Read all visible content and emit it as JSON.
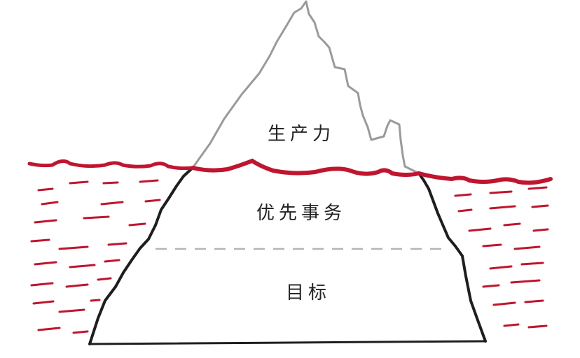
{
  "diagram": {
    "layers": [
      {
        "id": "top",
        "label": "生产力"
      },
      {
        "id": "middle",
        "label": "优先事务"
      },
      {
        "id": "bottom",
        "label": "目标"
      }
    ],
    "colors": {
      "water": "#c0152f",
      "ice_above": "#9a9a9a",
      "ice_below": "#1e1e1e",
      "divider": "#b5b5b5",
      "text": "#222222"
    }
  }
}
